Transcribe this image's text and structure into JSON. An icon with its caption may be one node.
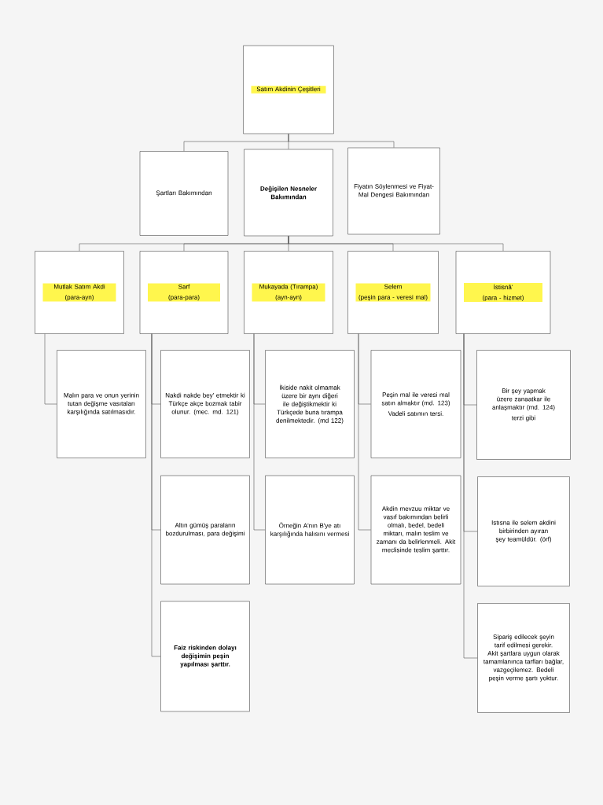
{
  "diagram": {
    "nodes": [
      {
        "text": [
          "Satım Akdinin Çeşitleri"
        ]
      },
      {
        "text": [
          "Şartları Bakımından"
        ]
      },
      {
        "text": [
          "Değişilen Nesneler Bakımından"
        ]
      },
      {
        "text": [
          "Fiyatın Söylenmesi ve Fiyat-Mal Dengesi Bakımından"
        ]
      },
      {
        "text": [
          "Mutlak Satım Akdi",
          "(para-ayn)"
        ]
      },
      {
        "text": [
          "Sarf",
          "(para-para)"
        ]
      },
      {
        "text": [
          "Mukayada (Tırampa)",
          "(ayn-ayn)"
        ]
      },
      {
        "text": [
          "Selem",
          "(peşin para - veresi mal)"
        ]
      },
      {
        "text": [
          "İstisnâ'",
          "(para - hizmet)"
        ]
      },
      {
        "text": [
          "Malın para ve onun yerinin tutan değişme vasıtaları karşılığında satılmasıdır."
        ]
      },
      {
        "text": [
          "Nakdi nakde bey' etmektir ki Türkçe akçe bozmak tabir olunur. (mec. md. 121)"
        ]
      },
      {
        "text": [
          "Altın gümüş paraların bozdurulması, para değişimi"
        ]
      },
      {
        "text": [
          "Faiz riskinden dolayı değişimin peşin yapılması şarttır."
        ]
      },
      {
        "text": [
          "İkiside nakit olmamak üzere bir aynı diğeri ile değiştikmektir ki Türkçede buna tırampa denilmektedir. (md 122)"
        ]
      },
      {
        "text": [
          "Örneğin A'nın B'ye atı karşılığında halısını vermesi"
        ]
      },
      {
        "text": [
          "Peşin mal ile veresi mal satın almaktır (md. 123)",
          "Vadeli satımın tersi."
        ]
      },
      {
        "text": [
          "Akdin mevzuu miktar ve vasıf bakımından belirli olmalı, bedel, bedeli miktarı, malın teslim ve zamanı da belirlenmeli. Akit meclisinde teslim şarttır."
        ]
      },
      {
        "text": [
          "Bir şey yapmak üzere zanaatkar ile anlaşmaktır (md. 124)",
          "terzi gibi"
        ]
      },
      {
        "text": [
          "Istısna ile selem akdini birbirinden ayıran şey teamüldür. (örf)"
        ]
      },
      {
        "text": [
          "Sipariş edilecek şeyin tarif edilmesi gerekir. Akit şartlara uygun olarak tamamlanınca tarfları bağlar, vazgeçilemez. Bedeli peşin verme şartı yoktur."
        ]
      }
    ],
    "edges": [
      {
        "from": 0,
        "to": 1,
        "arrow": "none"
      },
      {
        "from": 0,
        "to": 2,
        "arrow": "none"
      },
      {
        "from": 0,
        "to": 3,
        "arrow": "none"
      },
      {
        "from": 2,
        "to": 4,
        "arrow": "none"
      },
      {
        "from": 2,
        "to": 5,
        "arrow": "none"
      },
      {
        "from": 2,
        "to": 6,
        "arrow": "none"
      },
      {
        "from": 2,
        "to": 7,
        "arrow": "none"
      },
      {
        "from": 2,
        "to": 8,
        "arrow": "none"
      },
      {
        "from": 4,
        "to": 9,
        "arrow": "none"
      },
      {
        "from": 5,
        "to": 10,
        "arrow": "none"
      },
      {
        "from": 5,
        "to": 11,
        "arrow": "none"
      },
      {
        "from": 5,
        "to": 12,
        "arrow": "none"
      },
      {
        "from": 6,
        "to": 13,
        "arrow": "none"
      },
      {
        "from": 6,
        "to": 14,
        "arrow": "none"
      },
      {
        "from": 7,
        "to": 15,
        "arrow": "none"
      },
      {
        "from": 7,
        "to": 16,
        "arrow": "none"
      },
      {
        "from": 8,
        "to": 17,
        "arrow": "none"
      },
      {
        "from": 8,
        "to": 18,
        "arrow": "none"
      },
      {
        "from": 8,
        "to": 19,
        "arrow": "none"
      }
    ]
  }
}
